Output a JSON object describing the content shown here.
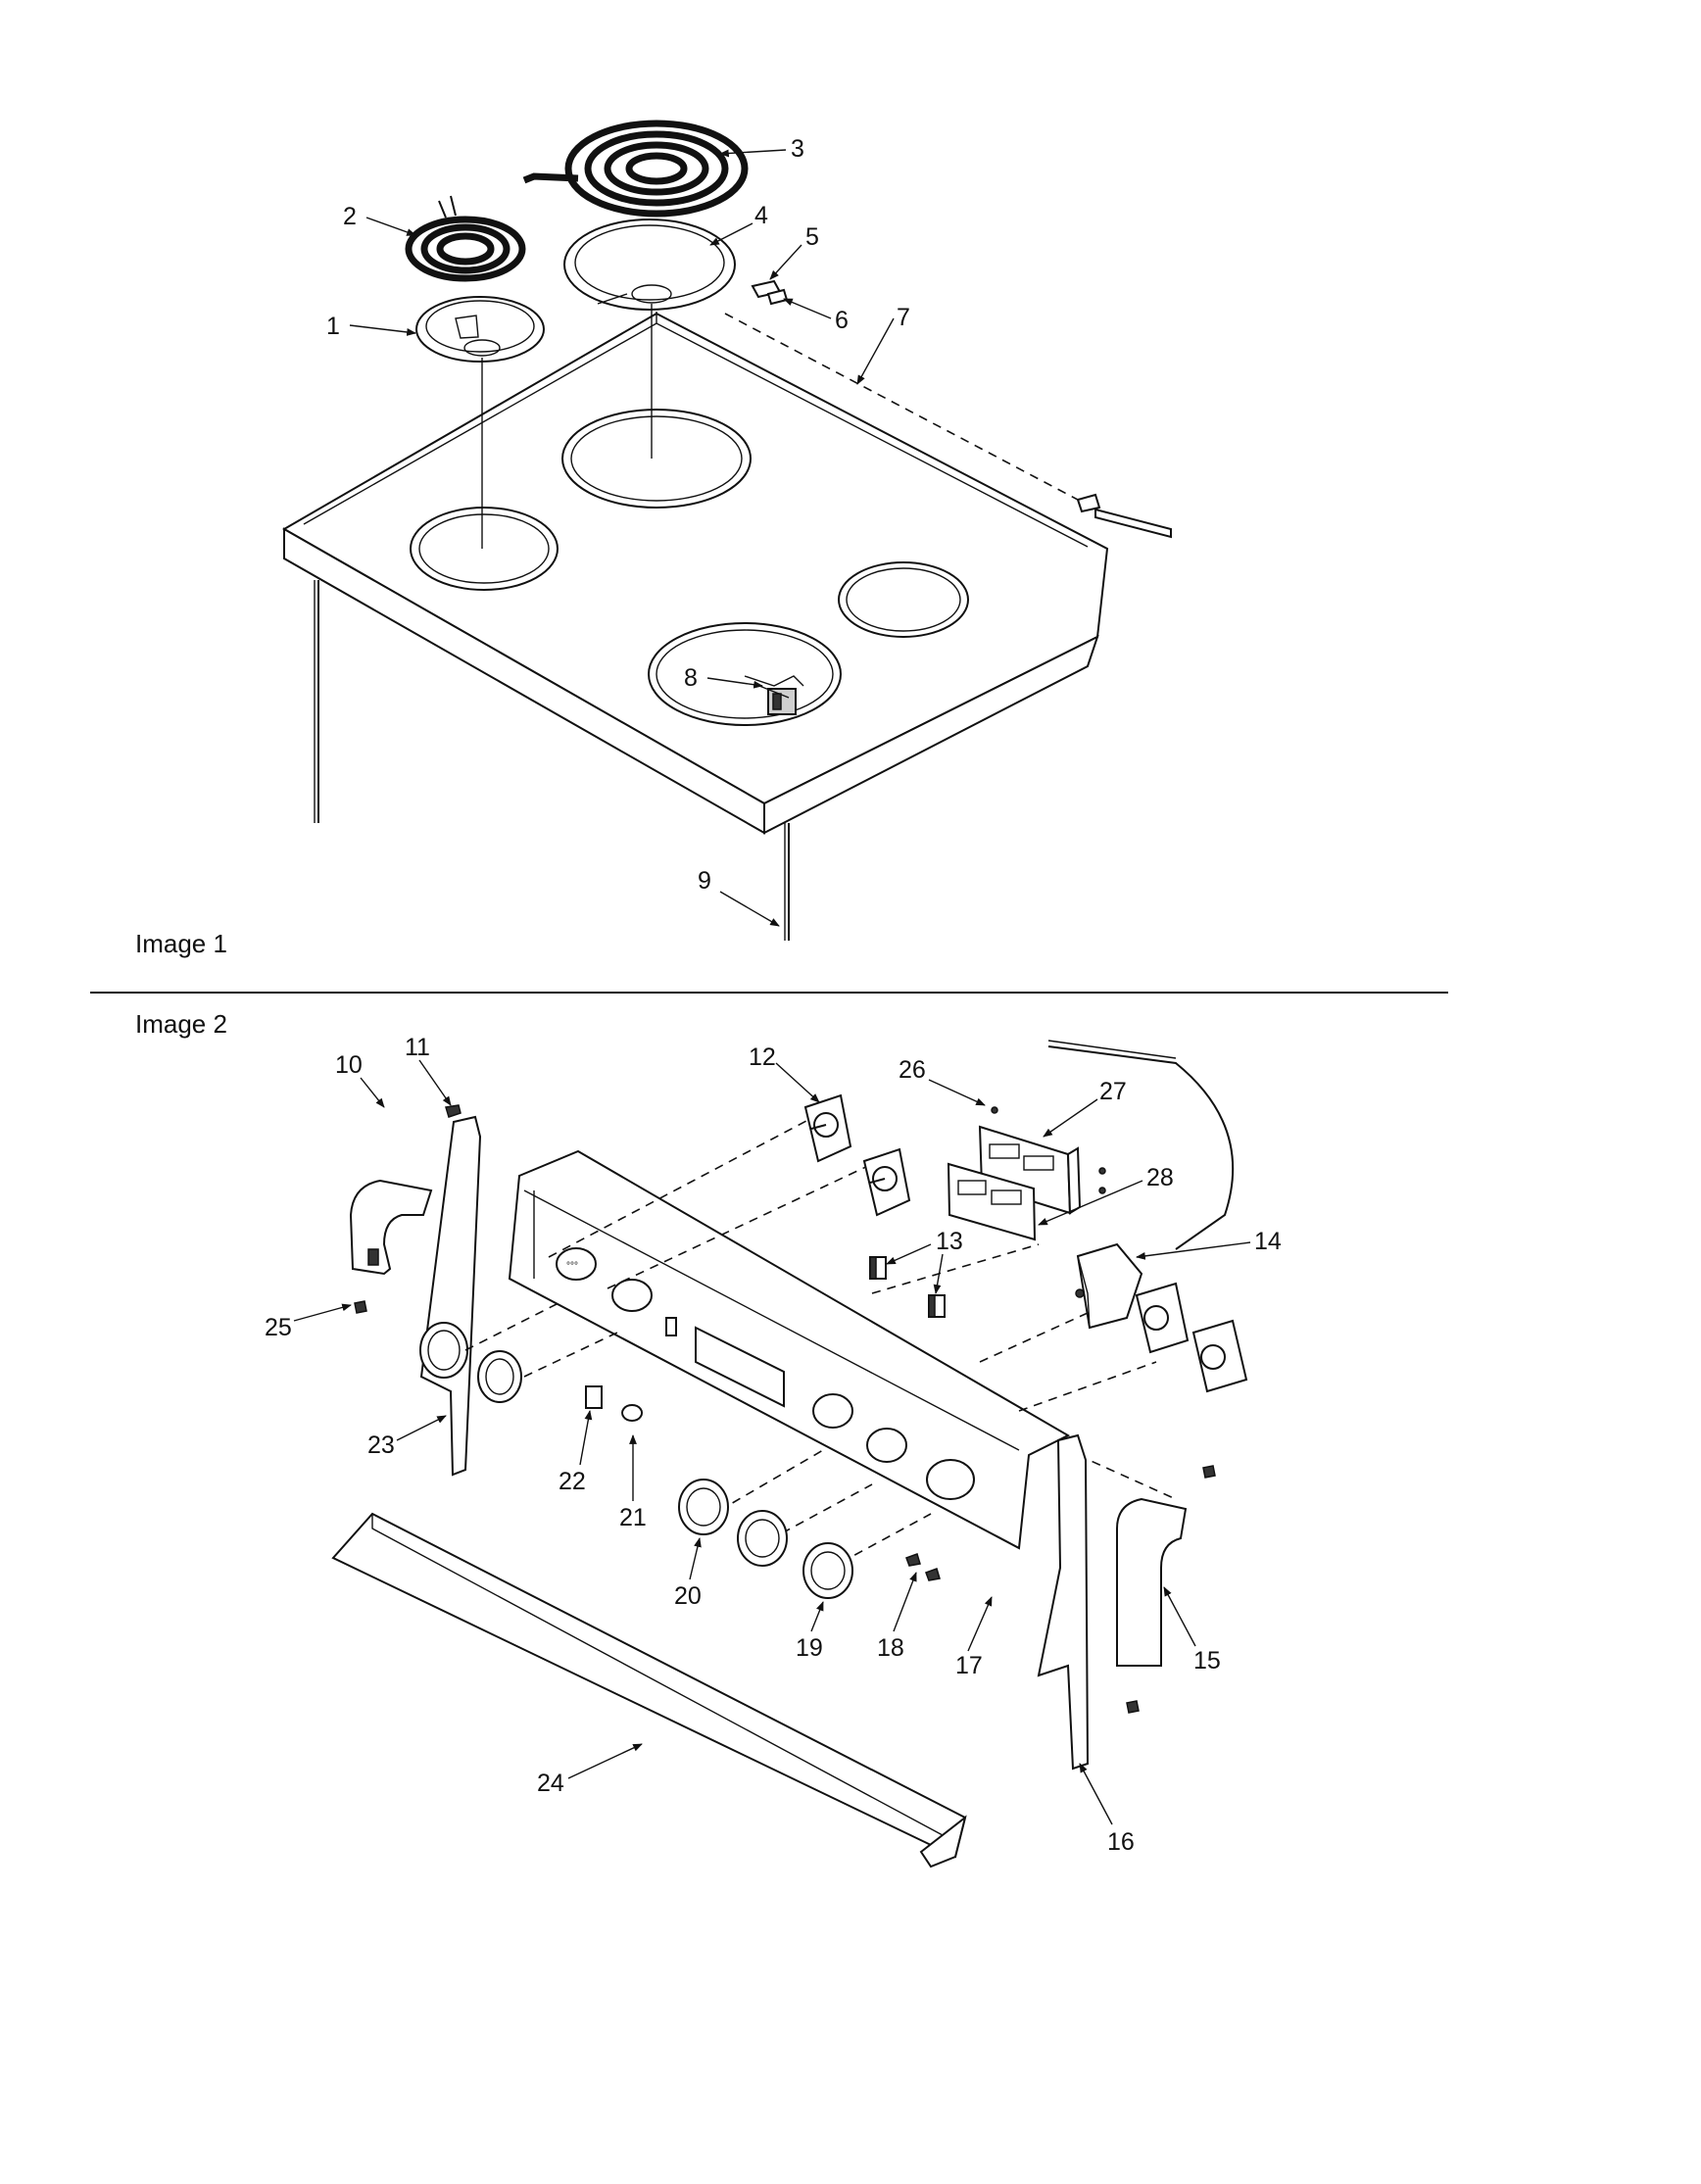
{
  "captions": {
    "image1": "Image 1",
    "image2": "Image 2"
  },
  "callouts": [
    "1",
    "2",
    "3",
    "4",
    "5",
    "6",
    "7",
    "8",
    "9",
    "10",
    "11",
    "12",
    "13",
    "14",
    "15",
    "16",
    "17",
    "18",
    "19",
    "20",
    "21",
    "22",
    "23",
    "24",
    "25",
    "26",
    "27",
    "28"
  ]
}
